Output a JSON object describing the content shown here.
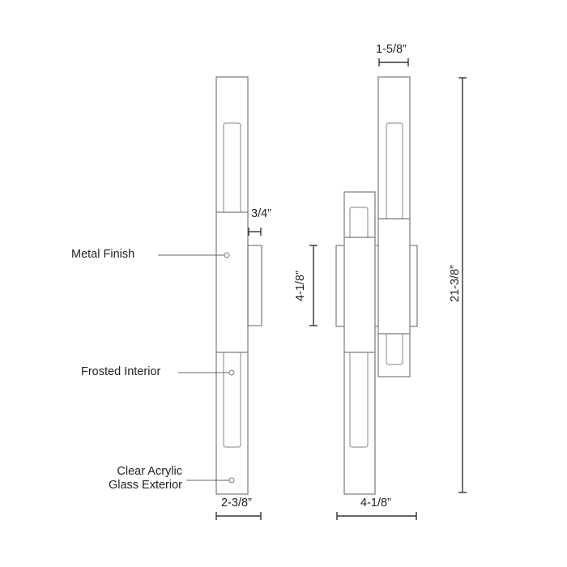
{
  "callouts": {
    "metal_finish": "Metal Finish",
    "frosted_interior": "Frosted Interior",
    "clear_acrylic_line1": "Clear Acrylic",
    "clear_acrylic_line2": "Glass Exterior"
  },
  "dimensions": {
    "backplate_depth": "3/4”",
    "left_width": "2-3/8”",
    "right_top_width": "1-5/8”",
    "right_backplate_height": "4-1/8”",
    "right_overall_width": "4-1/8”",
    "overall_height": "21-3/8”"
  },
  "colors": {
    "line": "#7a7a7a",
    "dimension": "#333333",
    "text": "#222222",
    "background": "#ffffff"
  }
}
